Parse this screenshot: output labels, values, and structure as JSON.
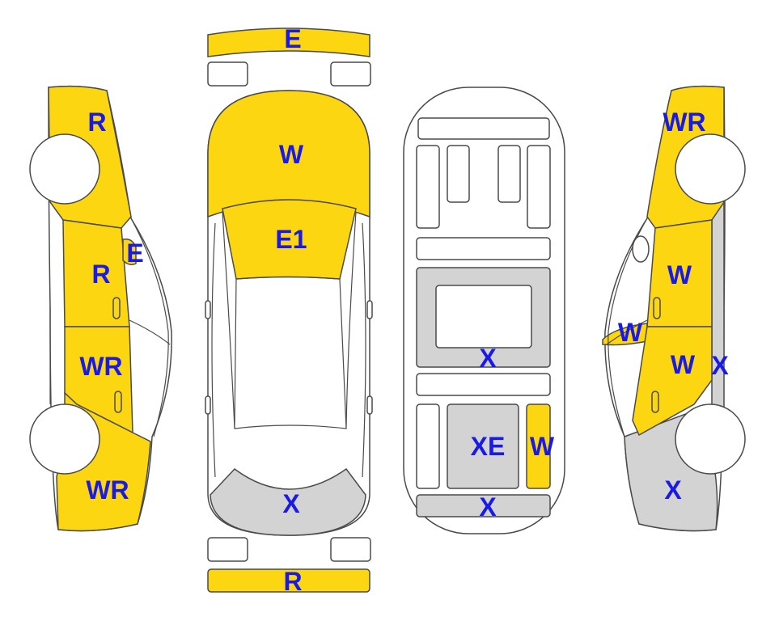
{
  "colors": {
    "yellow": "#fcd711",
    "grey": "#d3d3d3",
    "white": "#ffffff",
    "outline": "#4a4a4a",
    "label": "#1a1ae6"
  },
  "labels": {
    "front_bumper": "E",
    "hood": "W",
    "windshield": "E1",
    "rear_window": "X",
    "rear_bumper": "R",
    "left_front_fender": "R",
    "left_mirror": "E",
    "left_front_door": "R",
    "left_rear_door": "WR",
    "left_rear_quarter": "WR",
    "floor_center": "X",
    "floor_rear_left": "XE",
    "floor_rear_right": "W",
    "floor_back": "X",
    "right_front_fender": "WR",
    "right_front_door": "W",
    "right_mirror": "W",
    "right_rear_door": "W",
    "right_rocker": "X",
    "right_rear_quarter": "X"
  }
}
